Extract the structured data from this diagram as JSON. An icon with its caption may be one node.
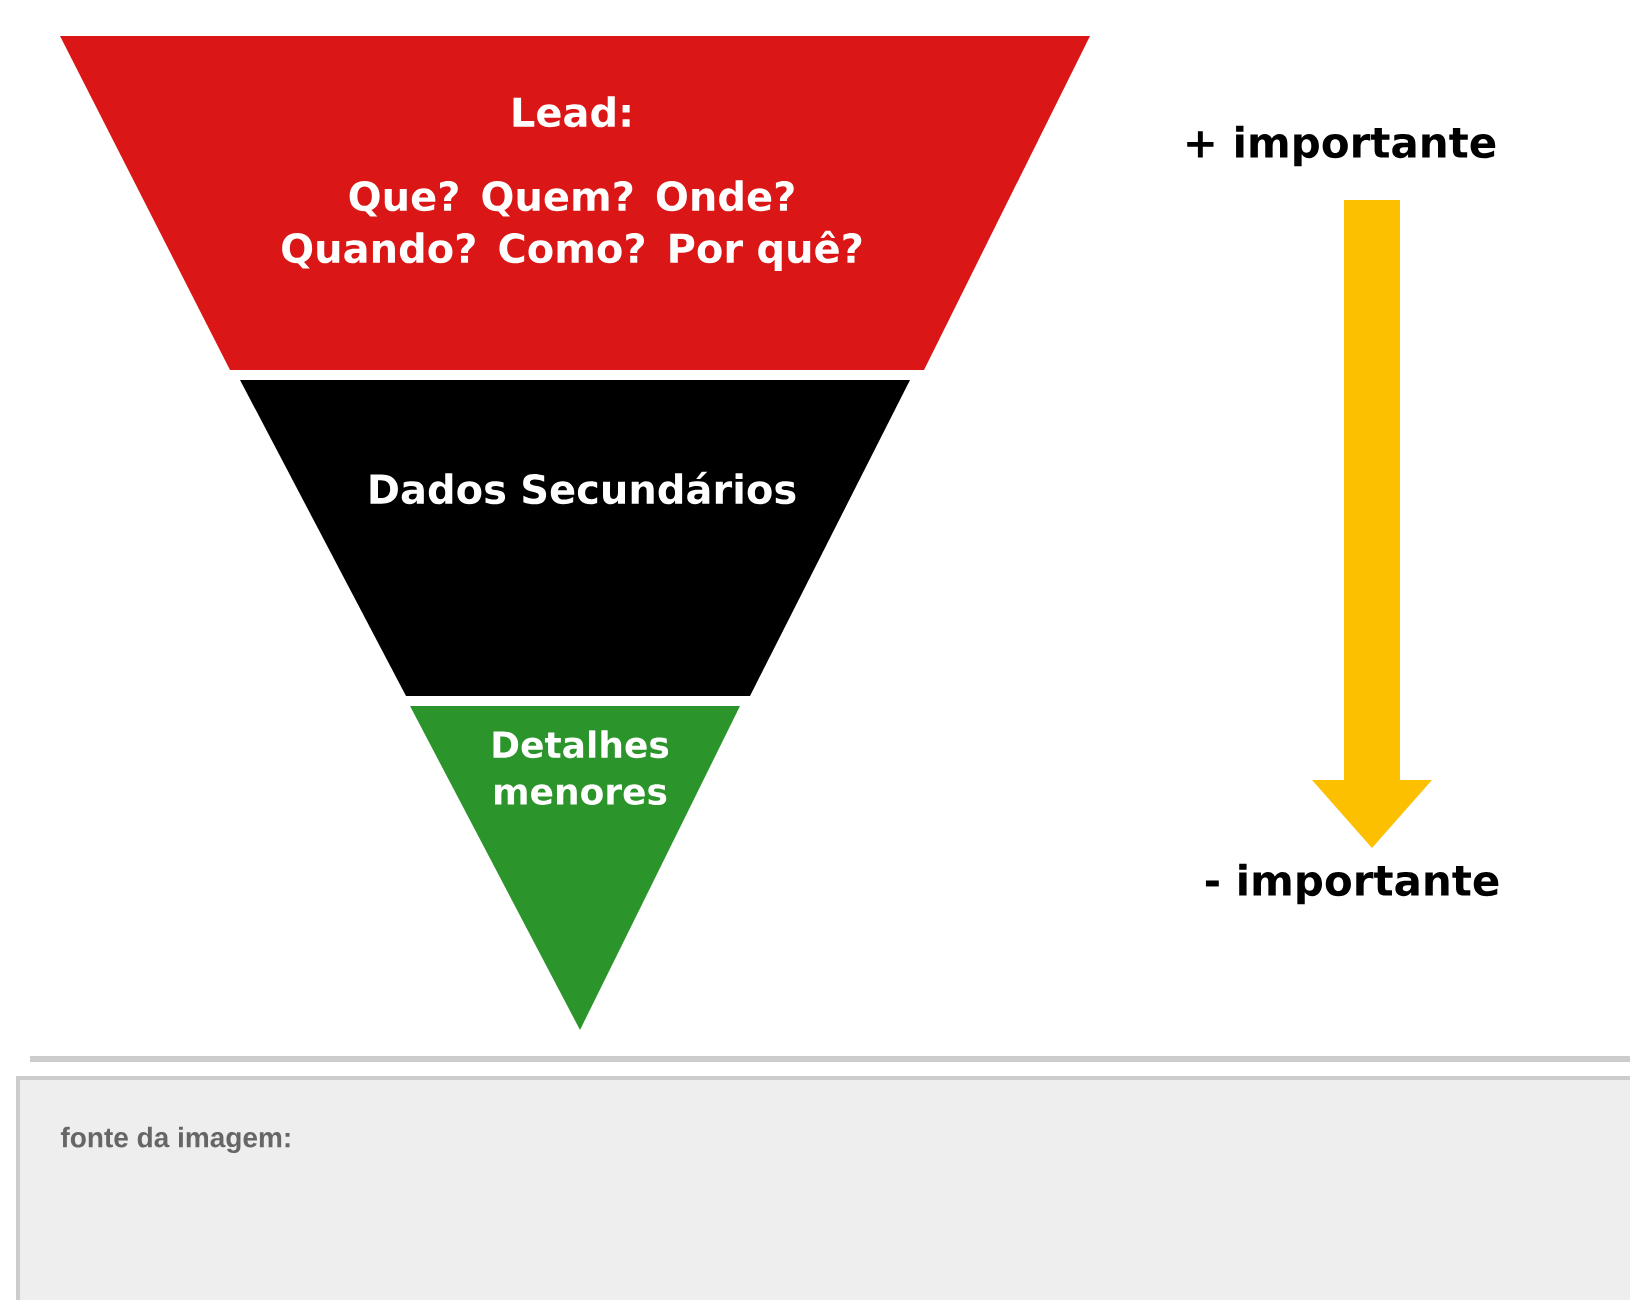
{
  "diagram": {
    "nodes": [
      {
        "text": [
          "Lead:",
          "Que? Quem? Onde? Quando? Como? Por quê?"
        ]
      },
      {
        "text": [
          "Dados Secundários"
        ]
      },
      {
        "text": [
          "Detalhes menores"
        ]
      }
    ],
    "labels": [
      "+ importante",
      "- importante",
      "fonte da imagem:"
    ]
  }
}
